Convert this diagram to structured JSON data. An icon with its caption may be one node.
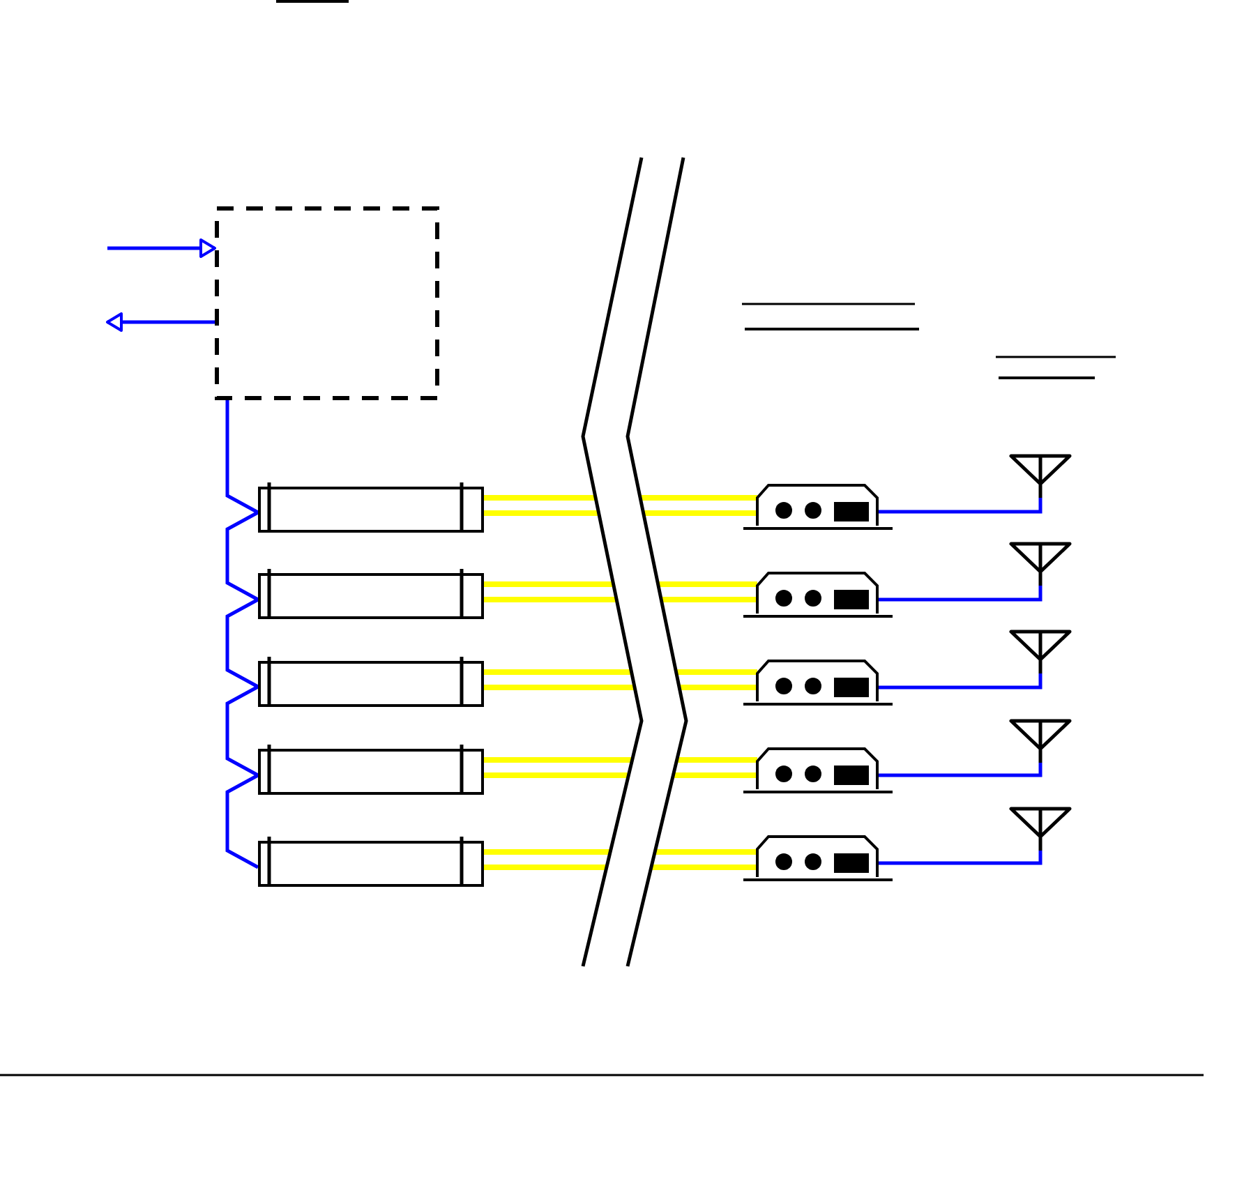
{
  "diagram": {
    "nodes": [
      {
        "text": [],
        "shape": "box"
      },
      {
        "text": [],
        "shape": "bar"
      },
      {
        "text": [],
        "shape": "bar"
      },
      {
        "text": [],
        "shape": "bar"
      },
      {
        "text": [],
        "shape": "bar"
      },
      {
        "text": [],
        "shape": "bar"
      },
      {
        "text": [],
        "shape": "device"
      },
      {
        "text": [],
        "shape": "device"
      },
      {
        "text": [],
        "shape": "device"
      },
      {
        "text": [],
        "shape": "device"
      },
      {
        "text": [],
        "shape": "device"
      },
      {
        "text": [],
        "shape": "antenna"
      },
      {
        "text": [],
        "shape": "antenna"
      },
      {
        "text": [],
        "shape": "antenna"
      },
      {
        "text": [],
        "shape": "antenna"
      },
      {
        "text": [],
        "shape": "antenna"
      }
    ],
    "edges": [
      {
        "from": null,
        "to": 0,
        "arrow": "to"
      },
      {
        "from": 0,
        "to": null,
        "arrow": "to"
      },
      {
        "from": 0,
        "to": 1,
        "arrow": "none"
      },
      {
        "from": 1,
        "to": 2,
        "arrow": "none"
      },
      {
        "from": 2,
        "to": 3,
        "arrow": "none"
      },
      {
        "from": 3,
        "to": 4,
        "arrow": "none"
      },
      {
        "from": 4,
        "to": 5,
        "arrow": "none"
      },
      {
        "from": 1,
        "to": 6,
        "arrow": "none",
        "color": "#ffff00"
      },
      {
        "from": 1,
        "to": 6,
        "arrow": "none",
        "color": "#ffff00"
      },
      {
        "from": 2,
        "to": 7,
        "arrow": "none",
        "color": "#ffff00"
      },
      {
        "from": 2,
        "to": 7,
        "arrow": "none",
        "color": "#ffff00"
      },
      {
        "from": 3,
        "to": 8,
        "arrow": "none",
        "color": "#ffff00"
      },
      {
        "from": 3,
        "to": 8,
        "arrow": "none",
        "color": "#ffff00"
      },
      {
        "from": 4,
        "to": 9,
        "arrow": "none",
        "color": "#ffff00"
      },
      {
        "from": 4,
        "to": 9,
        "arrow": "none",
        "color": "#ffff00"
      },
      {
        "from": 5,
        "to": 10,
        "arrow": "none",
        "color": "#ffff00"
      },
      {
        "from": 5,
        "to": 10,
        "arrow": "none",
        "color": "#ffff00"
      },
      {
        "from": 6,
        "to": 11,
        "arrow": "none"
      },
      {
        "from": 7,
        "to": 12,
        "arrow": "none"
      },
      {
        "from": 8,
        "to": 13,
        "arrow": "none"
      },
      {
        "from": 9,
        "to": 14,
        "arrow": "none"
      },
      {
        "from": 10,
        "to": 15,
        "arrow": "none"
      }
    ]
  }
}
